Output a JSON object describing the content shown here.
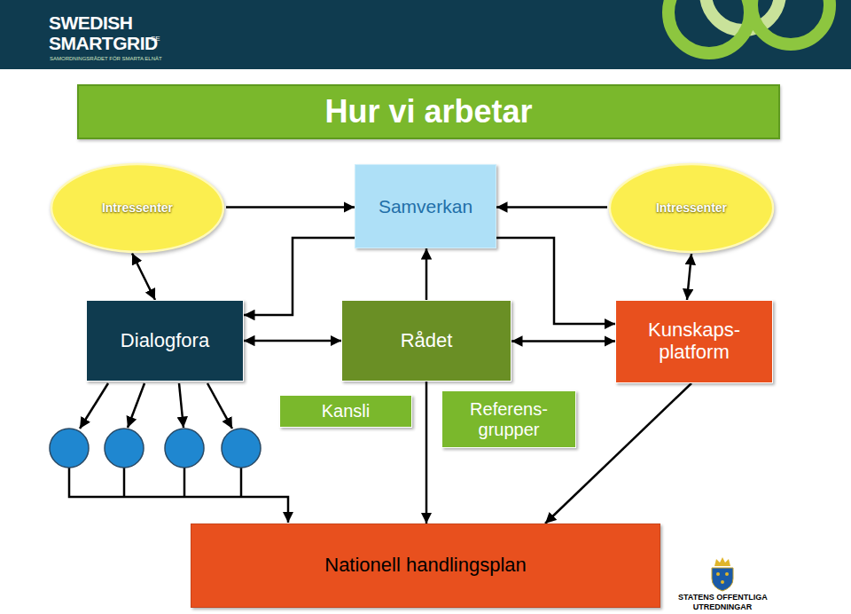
{
  "diagram": {
    "title": "Hur vi arbetar",
    "nodes": [
      {
        "text": [
          "Intressenter"
        ]
      },
      {
        "text": [
          "Samverkan"
        ]
      },
      {
        "text": [
          "Intressenter"
        ]
      },
      {
        "text": [
          "Dialogfora"
        ]
      },
      {
        "text": [
          "Rådet"
        ]
      },
      {
        "text": [
          "Kunskaps- platform"
        ]
      },
      {
        "text": [
          "Kansli"
        ]
      },
      {
        "text": [
          "Referens- grupper"
        ]
      },
      {
        "text": [
          "Nationell handlingsplan"
        ]
      }
    ],
    "edges": [
      {
        "from": 0,
        "to": 1,
        "arrow": "to"
      },
      {
        "from": 2,
        "to": 1,
        "arrow": "to"
      },
      {
        "from": 0,
        "to": 3,
        "arrow": "both"
      },
      {
        "from": 2,
        "to": 5,
        "arrow": "both"
      },
      {
        "from": 1,
        "to": 3,
        "arrow": "to"
      },
      {
        "from": 1,
        "to": 5,
        "arrow": "to"
      },
      {
        "from": 4,
        "to": 1,
        "arrow": "to"
      },
      {
        "from": 3,
        "to": 4,
        "arrow": "both"
      },
      {
        "from": 4,
        "to": 5,
        "arrow": "both"
      },
      {
        "from": 4,
        "to": 8,
        "arrow": "to"
      },
      {
        "from": 5,
        "to": 8,
        "arrow": "to"
      }
    ],
    "labels": [
      "SWEDISH",
      "SMARTGRID",
      "SE",
      "SAMORDNINGSRÅDET FÖR SMARTA ELNÄT",
      "STATENS OFFENTLIGA",
      "UTREDNINGAR"
    ]
  }
}
